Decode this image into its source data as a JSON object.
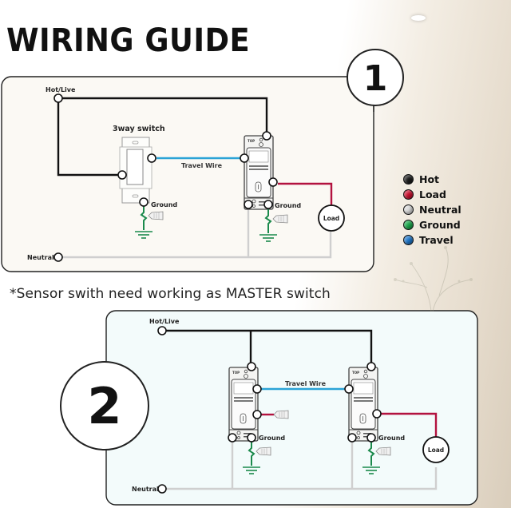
{
  "title": "WIRING GUIDE",
  "note": "*Sensor swith need working as MASTER switch",
  "legend": [
    {
      "label": "Hot",
      "color": "#1a1a1a"
    },
    {
      "label": "Load",
      "color": "#c8102e"
    },
    {
      "label": "Neutral",
      "color": "#d9d9d9"
    },
    {
      "label": "Ground",
      "color": "#1aa64a"
    },
    {
      "label": "Travel",
      "color": "#1f77c9"
    }
  ],
  "wire_colors": {
    "hot": "#111111",
    "load": "#b3123f",
    "neutral": "#cfcfcf",
    "ground": "#1b8a4c",
    "travel": "#2aa3d6"
  },
  "diagram1": {
    "number": "1",
    "hot_label": "Hot/Live",
    "neutral_label": "Neutral",
    "switch_label": "3way switch",
    "travel_label": "Travel Wire",
    "ground_label_1": "Ground",
    "ground_label_2": "Ground",
    "load_label": "Load"
  },
  "diagram2": {
    "number": "2",
    "hot_label": "Hot/Live",
    "neutral_label": "Neutral",
    "travel_label": "Travel Wire",
    "ground_label_1": "Ground",
    "ground_label_2": "Ground",
    "load_label": "Load"
  }
}
